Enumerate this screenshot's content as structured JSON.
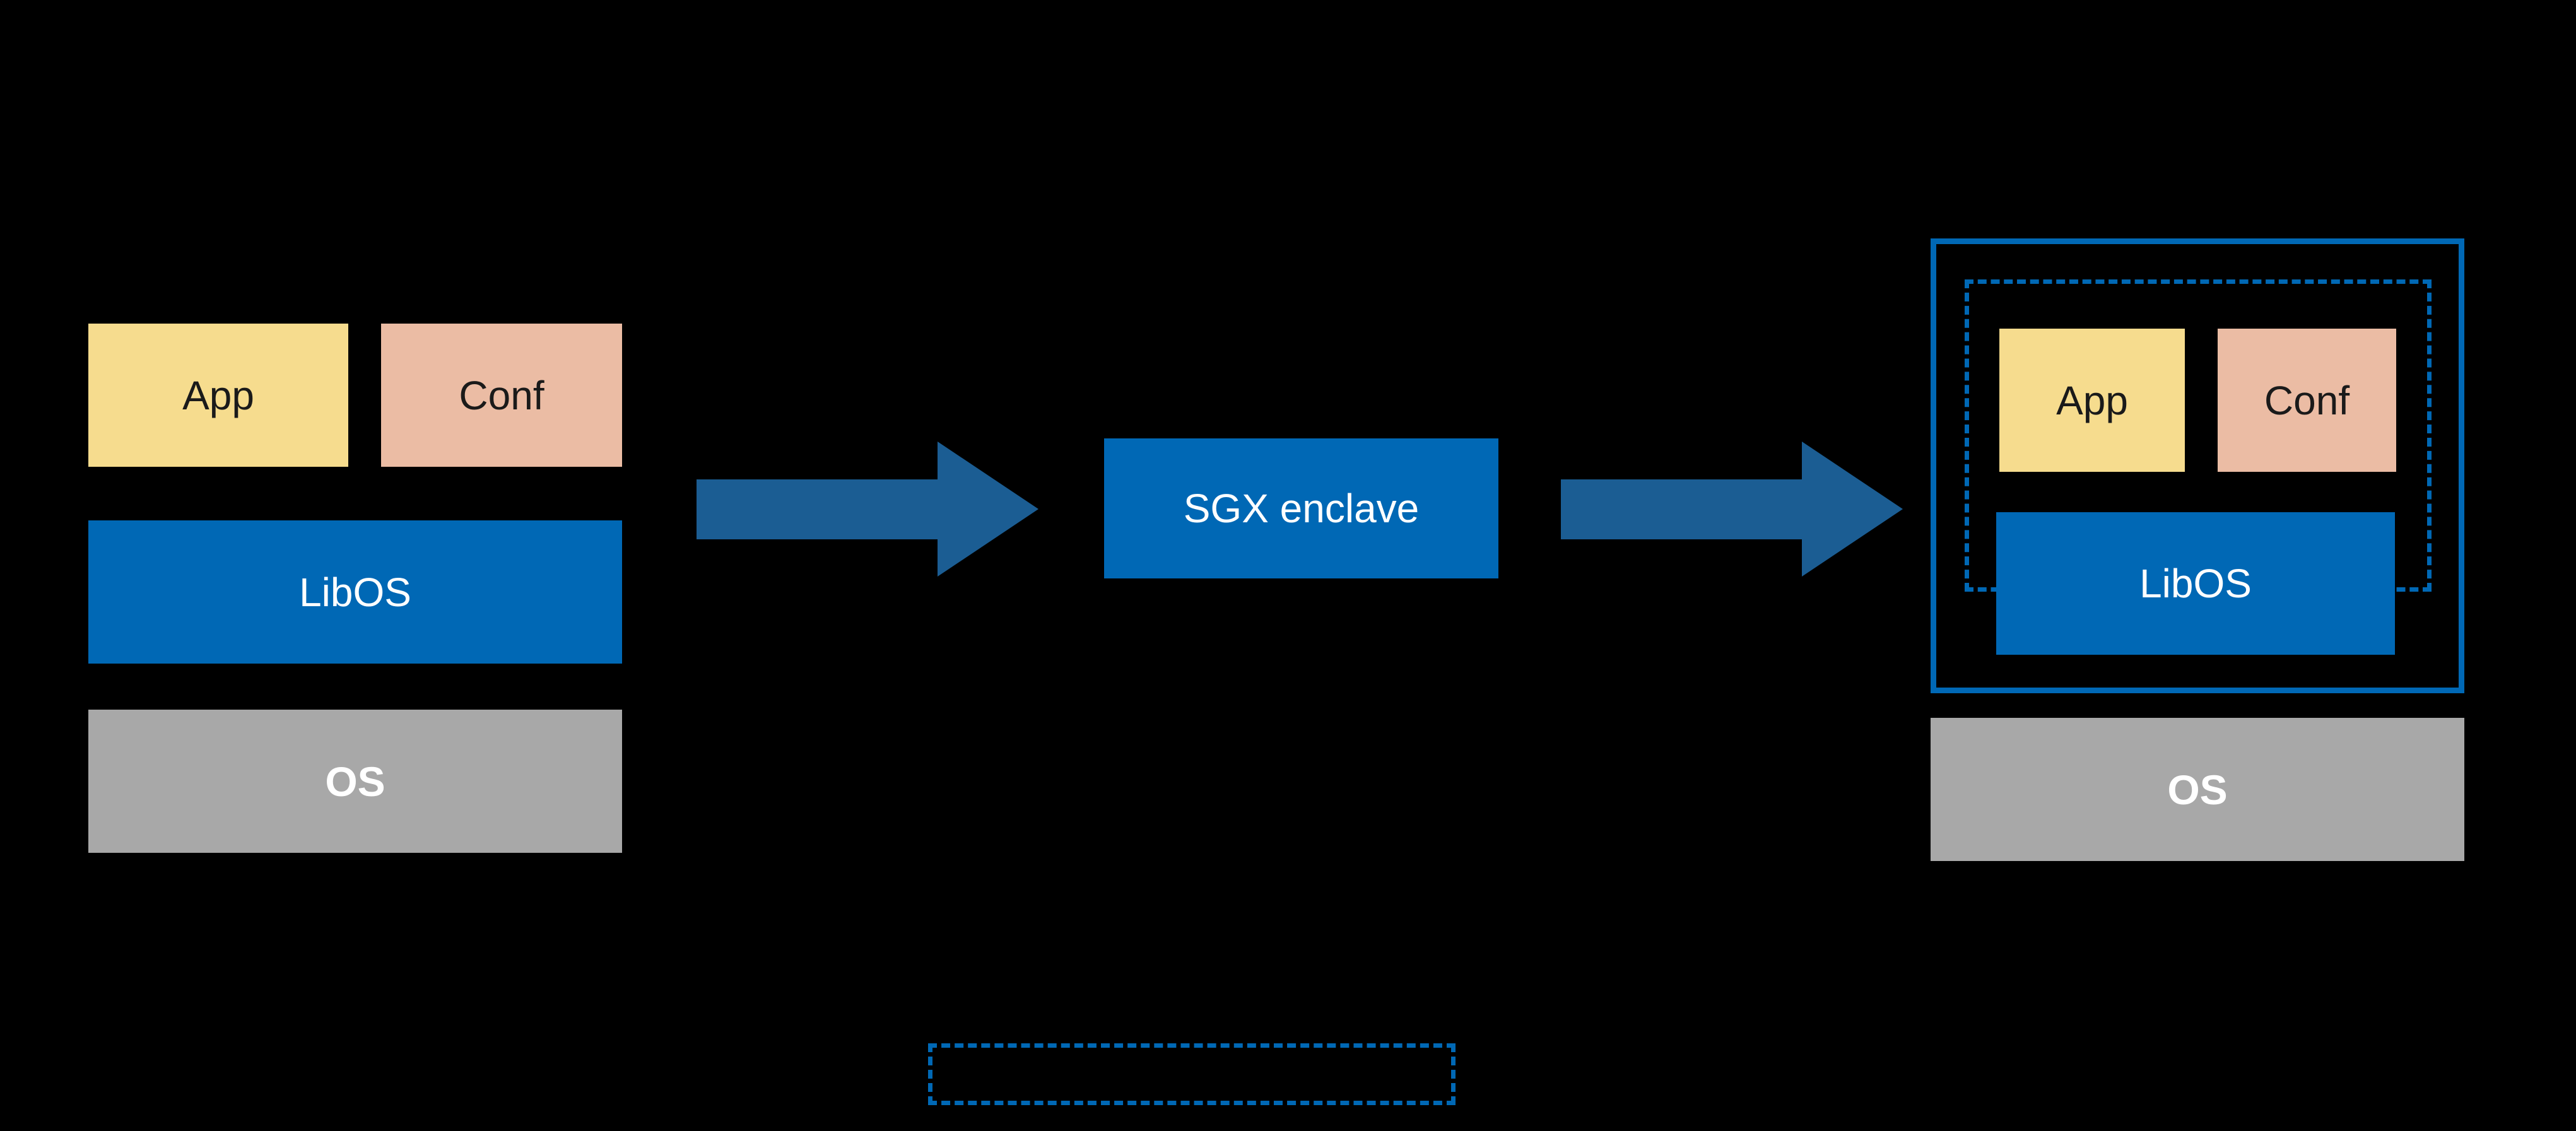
{
  "colors": {
    "background": "#000000",
    "app_box": "#F6DC8E",
    "conf_box": "#EBBCA4",
    "intel_blue": "#0068B5",
    "arrow_blue": "#1B5D93",
    "os_gray": "#A8A8A8"
  },
  "left_stack": {
    "app": "App",
    "conf": "Conf",
    "libos": "LibOS",
    "os": "OS"
  },
  "sgx": {
    "label": "SGX enclave"
  },
  "right_stack": {
    "app": "App",
    "conf": "Conf",
    "libos": "LibOS",
    "os": "OS"
  }
}
